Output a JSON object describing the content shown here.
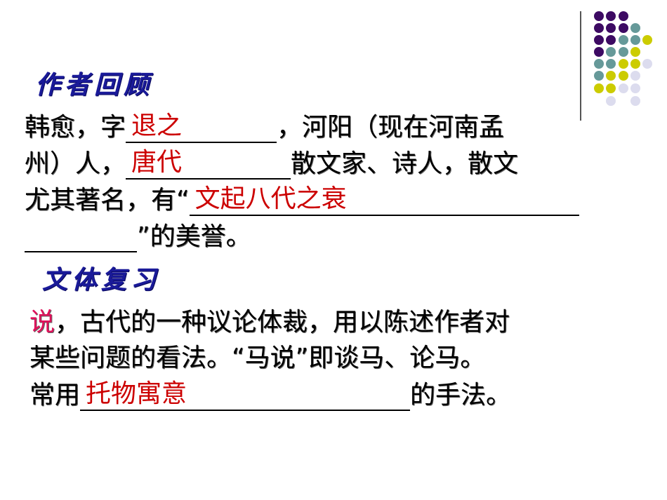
{
  "decoration": {
    "dot_colors": {
      "purple": "#3d0a63",
      "teal": "#669999",
      "yellow": "#cccc00",
      "lavender": "#dcdcee"
    },
    "dot_grid": [
      [
        "purple",
        "purple",
        "purple",
        null,
        null
      ],
      [
        "purple",
        "purple",
        "purple",
        "teal",
        null
      ],
      [
        "purple",
        "purple",
        "teal",
        "teal",
        "yellow"
      ],
      [
        "purple",
        "teal",
        "teal",
        "yellow",
        null
      ],
      [
        "teal",
        "teal",
        "yellow",
        "yellow",
        "lavender"
      ],
      [
        "teal",
        "yellow",
        "yellow",
        "lavender",
        null
      ],
      [
        "yellow",
        "yellow",
        "lavender",
        "lavender",
        null
      ],
      [
        null,
        "lavender",
        null,
        "lavender",
        null
      ]
    ]
  },
  "section1": {
    "heading": "作者回顾",
    "line1_a": "韩愈，字",
    "line1_b": "，河阳（现在河南孟",
    "line2_a": "州）人，",
    "line2_b": "散文家、诗人，散文",
    "line3_a": "尤其著名，有“",
    "line4_b": "”的美誉。",
    "answers": {
      "courtesy_name": "退之",
      "dynasty": "唐代",
      "praise": "文起八代之衰"
    }
  },
  "section2": {
    "heading": "文体复习",
    "line1_highlight": "说",
    "line1_rest": "，古代的一种议论体裁，用以陈述作者对",
    "line2": "某些问题的看法。“马说”即谈马、论马。",
    "line3_a": "常用",
    "line3_b": "的手法。",
    "answers": {
      "technique": "托物寓意"
    }
  },
  "colors": {
    "heading": "#1a1a99",
    "answer": "#cc0000",
    "highlight": "#e0105a"
  }
}
